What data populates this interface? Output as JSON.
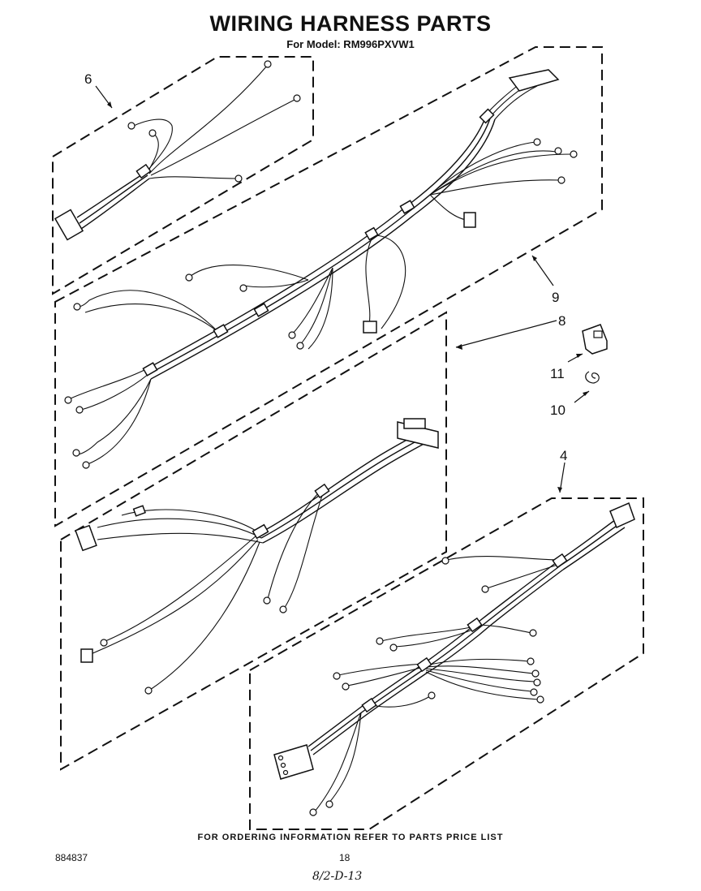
{
  "title": "WIRING HARNESS PARTS",
  "subtitle": "For Model: RM996PXVW1",
  "footer_note": "FOR ORDERING INFORMATION REFER TO PARTS PRICE LIST",
  "doc_id": "884837",
  "page_number": "18",
  "handwritten_note": "8/2-D-13",
  "callouts": {
    "c6": "6",
    "c9": "9",
    "c8": "8",
    "c11": "11",
    "c10": "10",
    "c4": "4"
  }
}
